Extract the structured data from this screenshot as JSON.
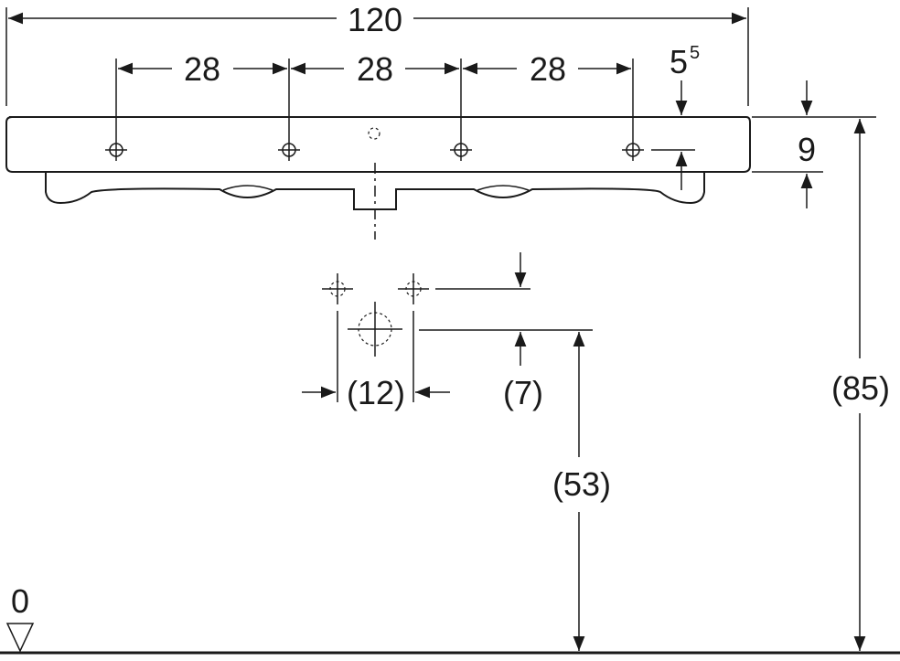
{
  "dimensions": {
    "overall_width": "120",
    "hole_spacing_1": "28",
    "hole_spacing_2": "28",
    "hole_spacing_3": "28",
    "edge_offset_main": "5",
    "edge_offset_sup": "5",
    "rim_height": "9",
    "waste_spacing": "(12)",
    "waste_offset": "(7)",
    "waste_height": "(53)",
    "total_height": "(85)",
    "floor_level": "0"
  },
  "colors": {
    "line": "#1a1a1a",
    "background": "#ffffff"
  },
  "symbols": {
    "floor_marker": "triangle-down-icon",
    "fixing_hole": "crosshair-icon"
  }
}
